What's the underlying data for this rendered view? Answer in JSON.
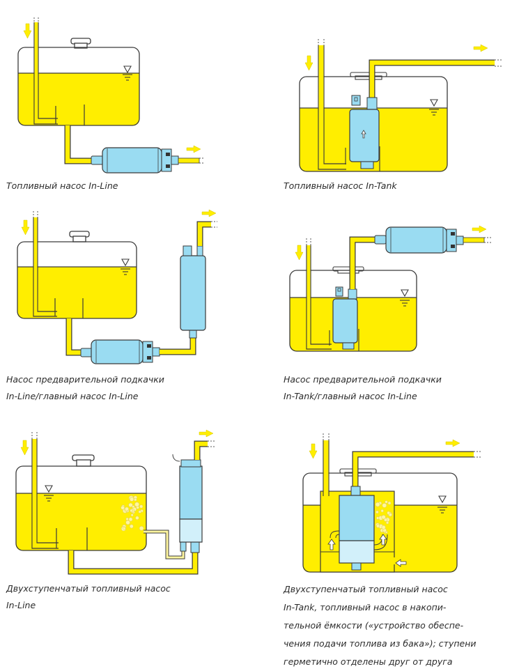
{
  "colors": {
    "fuel": "#ffee00",
    "pump_body": "#9adcf2",
    "pump_light": "#d2f0fa",
    "outline": "#3a3a3a",
    "background": "#ffffff",
    "bubble": "#fff6a0",
    "text": "#2b2b2b"
  },
  "panels": [
    {
      "id": "inline",
      "caption_lines": [
        "Топливный насос In-Line"
      ]
    },
    {
      "id": "intank",
      "caption_lines": [
        "Топливный насос In-Tank"
      ]
    },
    {
      "id": "inline-inline",
      "caption_lines": [
        "Насос предварительной  подкачки",
        "In-Line/главный насос In-Line"
      ]
    },
    {
      "id": "intank-inline",
      "caption_lines": [
        "Насос предварительной  подкачки",
        "In-Tank/главный насос In-Line"
      ]
    },
    {
      "id": "two-stage-inline",
      "caption_lines": [
        "Двухступенчатый топливный насос",
        "In-Line"
      ]
    },
    {
      "id": "two-stage-intank",
      "caption_lines": [
        "Двухступенчатый топливный  насос",
        "In-Tank, топливный насос в накопи-",
        "тельной ёмкости («устройство обеспе-",
        "чения подачи топлива из бака»); ступени",
        "герметично отделены друг от друга"
      ]
    }
  ],
  "icons": {
    "flow_in": "arrow-down-icon",
    "flow_out": "arrow-right-icon",
    "level": "fuel-level-triangle-icon",
    "pump_flow": "arrow-up-icon"
  }
}
